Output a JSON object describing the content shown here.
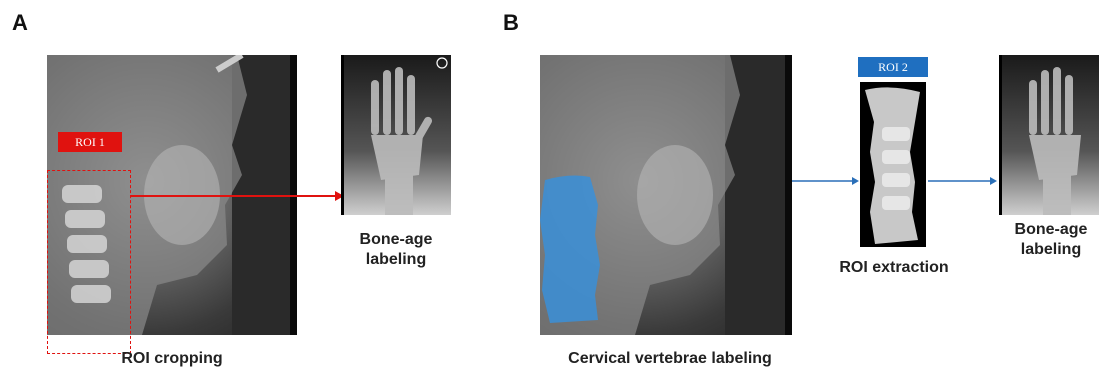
{
  "panels": {
    "a": {
      "letter": "A",
      "roi_tag": "ROI 1",
      "target_caption_line1": "Bone-age",
      "target_caption_line2": "labeling",
      "caption": "ROI cropping"
    },
    "b": {
      "letter": "B",
      "roi_tag": "ROI 2",
      "middle_caption": "ROI extraction",
      "target_caption_line1": "Bone-age",
      "target_caption_line2": "labeling",
      "caption": "Cervical vertebrae labeling"
    }
  },
  "colors": {
    "roi1": "#e0120f",
    "roi2": "#1f6fc0",
    "vertebrae_overlay": "#3a8fd8",
    "arrow_b": "#2a6fb8"
  }
}
